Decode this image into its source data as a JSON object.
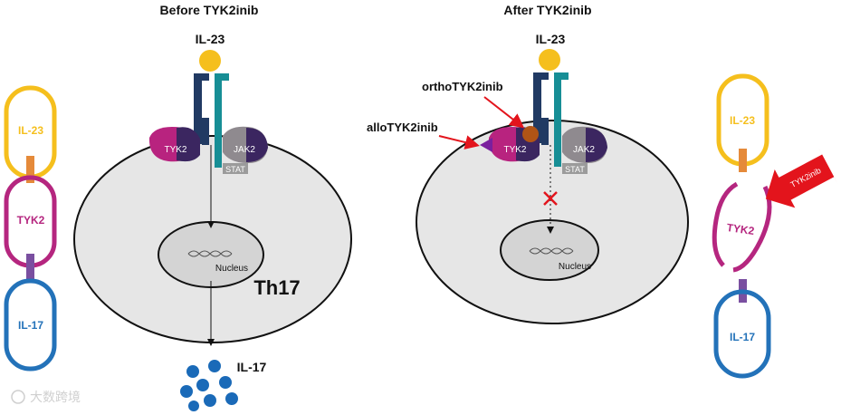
{
  "titles": {
    "before": "Before TYK2inib",
    "after": "After TYK2inib"
  },
  "left_chain": {
    "top": "IL-23",
    "middle": "TYK2",
    "bottom": "IL-17"
  },
  "left_cell": {
    "ligand": "IL-23",
    "tyk2": "TYK2",
    "jak2": "JAK2",
    "stat": "STAT",
    "nucleus": "Nucleus",
    "cell_type": "Th17",
    "output": "IL-17"
  },
  "right_cell": {
    "ligand": "IL-23",
    "tyk2": "TYK2",
    "jak2": "JAK2",
    "stat": "STAT",
    "nucleus": "Nucleus",
    "ortho": "orthoTYK2inib",
    "allo": "alloTYK2inib"
  },
  "right_chain": {
    "top": "IL-23",
    "middle": "TYK2",
    "bottom": "IL-17",
    "inhibitor_arrow": "TYK2inib"
  },
  "watermark": "大数跨境",
  "colors": {
    "il23": "#f5bf1d",
    "tyk2_chain": "#b5267f",
    "il17": "#2372b9",
    "receptor_dark": "#213a63",
    "receptor_teal": "#178e95",
    "tyk2_magenta": "#b8237f",
    "tyk2_dark": "#3b2660",
    "jak2_gray": "#8f8a8f",
    "stat_gray": "#9b9b9b",
    "cell_fill": "#e6e6e6",
    "nucleus_fill": "#d4d4d4",
    "inhibitor_red": "#e3141c",
    "ortho_brown": "#b15416",
    "allo_purple": "#7a1f9e",
    "dots_blue": "#1a6ab8"
  }
}
